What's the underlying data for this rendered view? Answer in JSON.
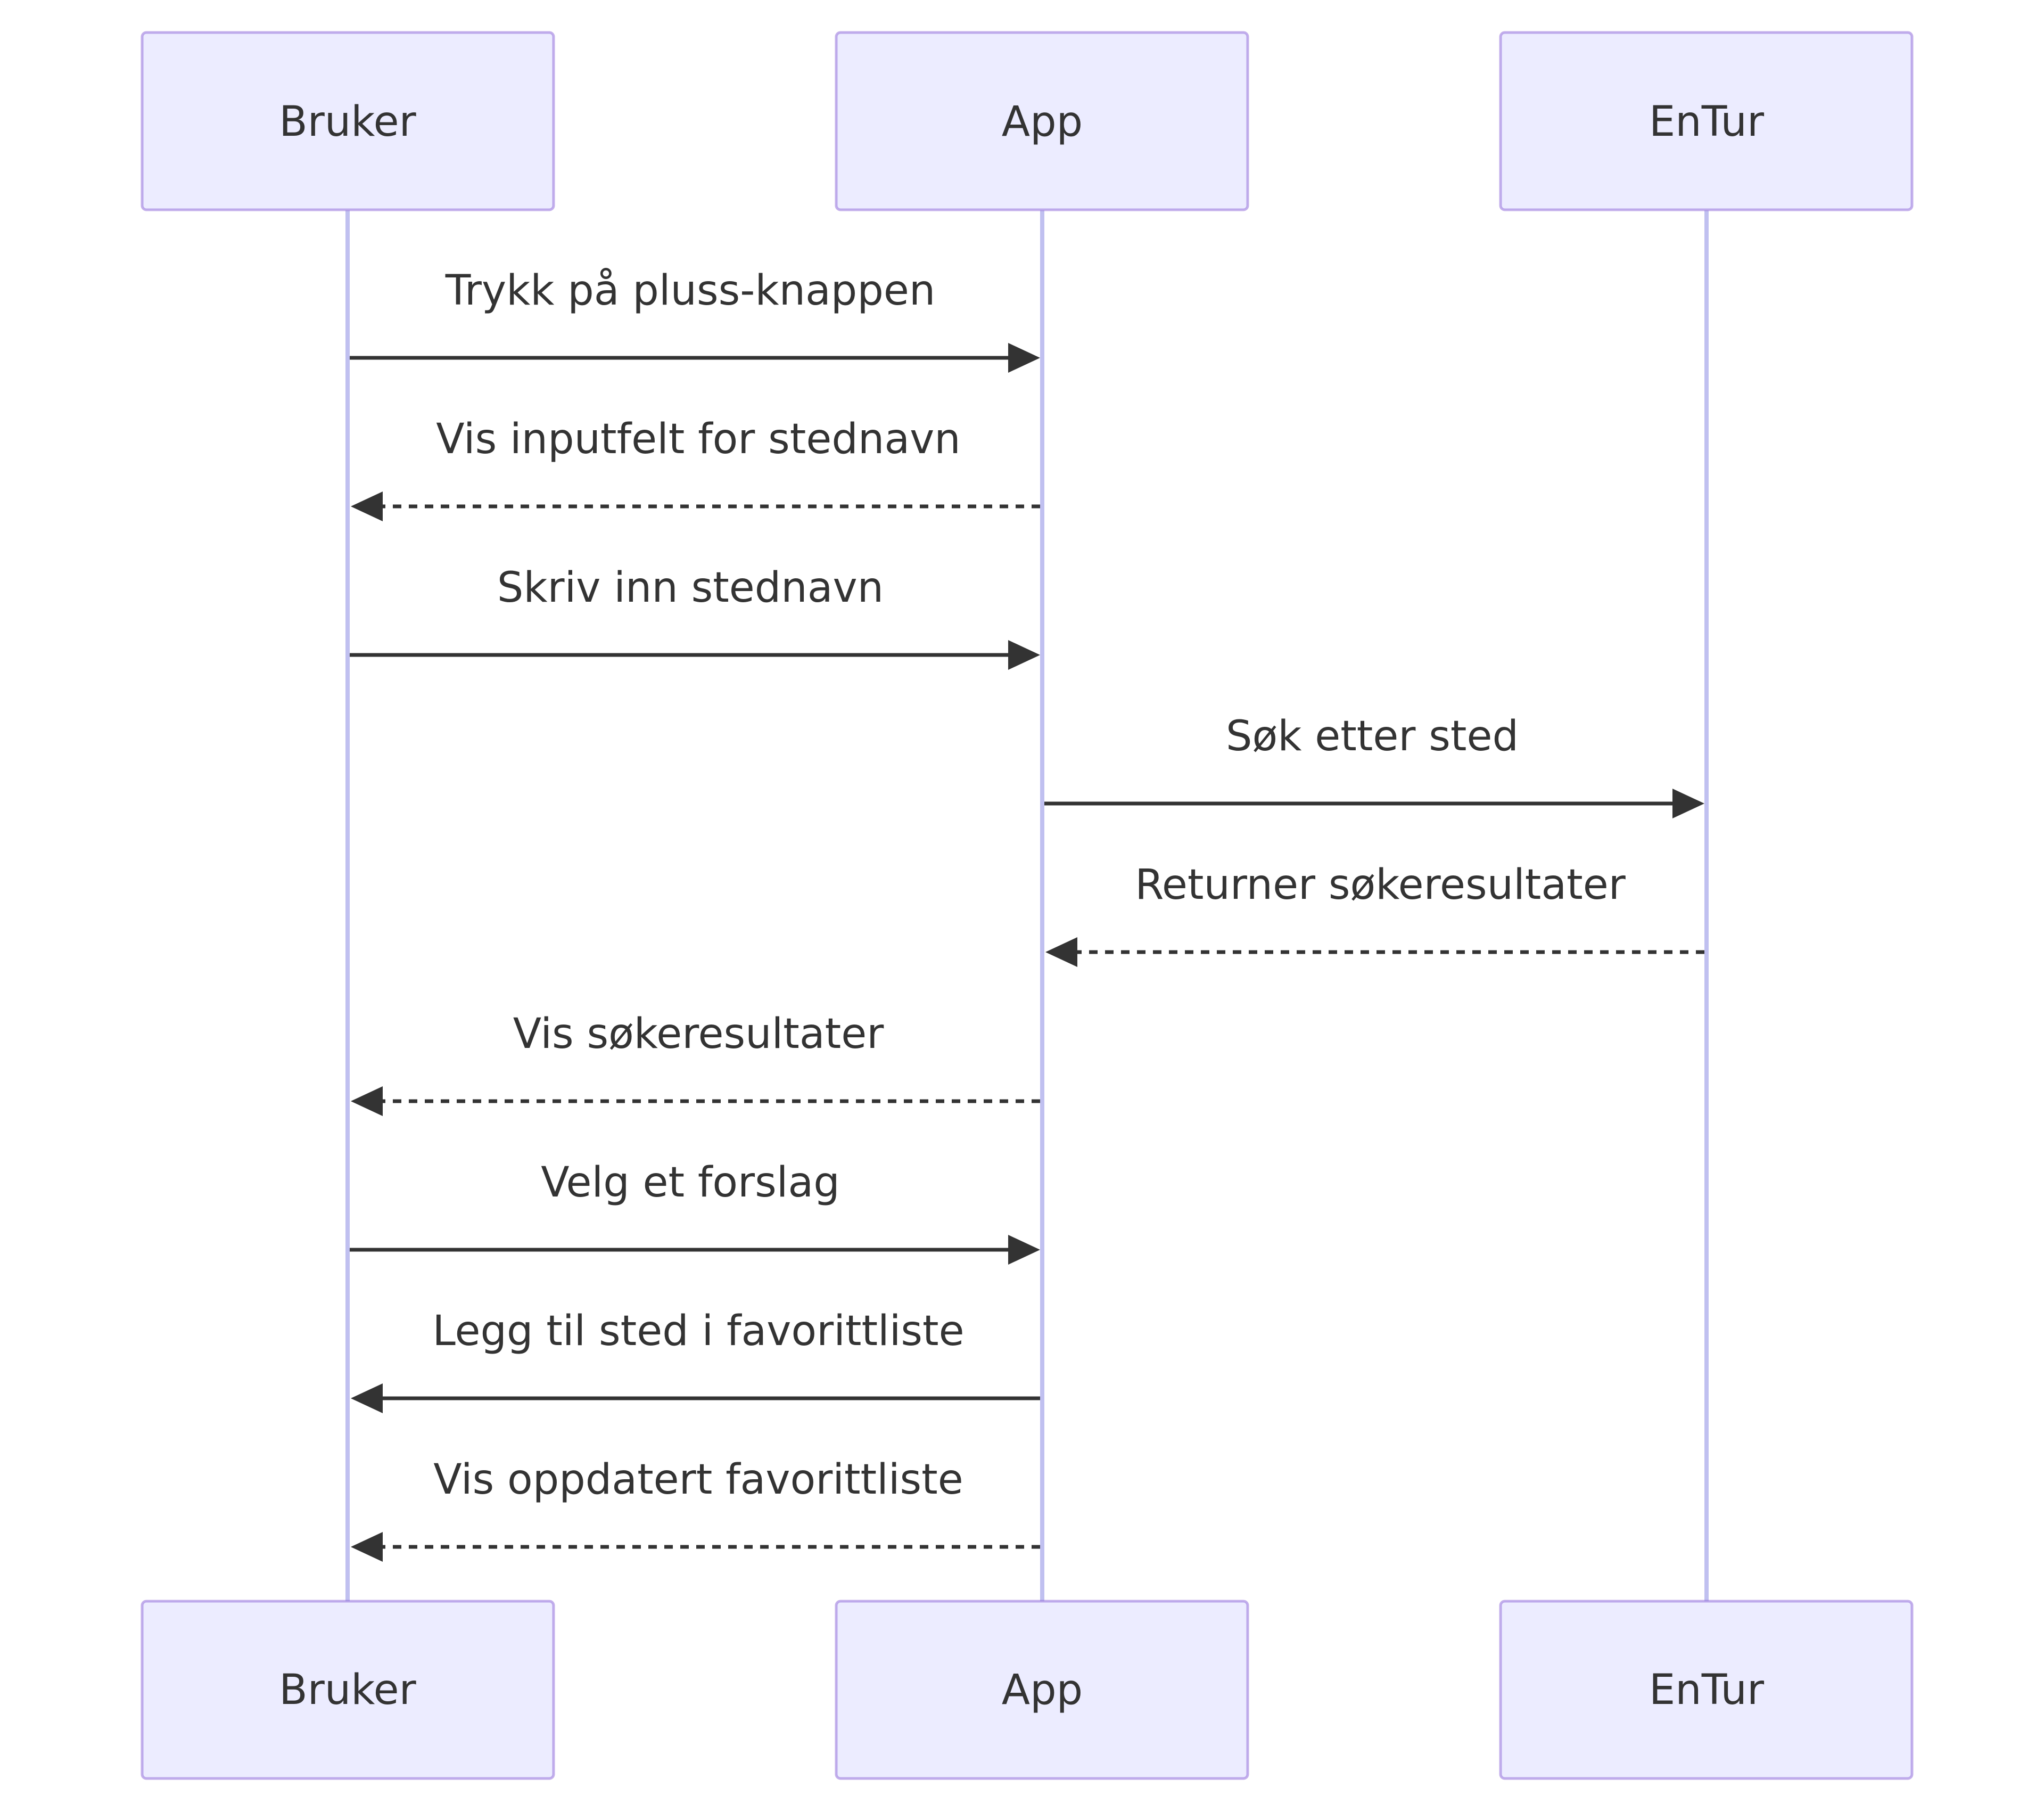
{
  "diagram": {
    "type": "sequence",
    "actors": [
      {
        "id": "bruker",
        "label": "Bruker"
      },
      {
        "id": "app",
        "label": "App"
      },
      {
        "id": "entur",
        "label": "EnTur"
      }
    ],
    "messages": [
      {
        "from": "bruker",
        "to": "app",
        "label": "Trykk på pluss-knappen",
        "style": "solid"
      },
      {
        "from": "app",
        "to": "bruker",
        "label": "Vis inputfelt for stednavn",
        "style": "dashed"
      },
      {
        "from": "bruker",
        "to": "app",
        "label": "Skriv inn stednavn",
        "style": "solid"
      },
      {
        "from": "app",
        "to": "entur",
        "label": "Søk etter sted",
        "style": "solid"
      },
      {
        "from": "entur",
        "to": "app",
        "label": "Returner søkeresultater",
        "style": "dashed"
      },
      {
        "from": "app",
        "to": "bruker",
        "label": "Vis søkeresultater",
        "style": "dashed"
      },
      {
        "from": "bruker",
        "to": "app",
        "label": "Velg et forslag",
        "style": "solid"
      },
      {
        "from": "app",
        "to": "bruker",
        "label": "Legg til sted i favorittliste",
        "style": "solid"
      },
      {
        "from": "app",
        "to": "bruker",
        "label": "Vis oppdatert favorittliste",
        "style": "dashed"
      }
    ]
  }
}
